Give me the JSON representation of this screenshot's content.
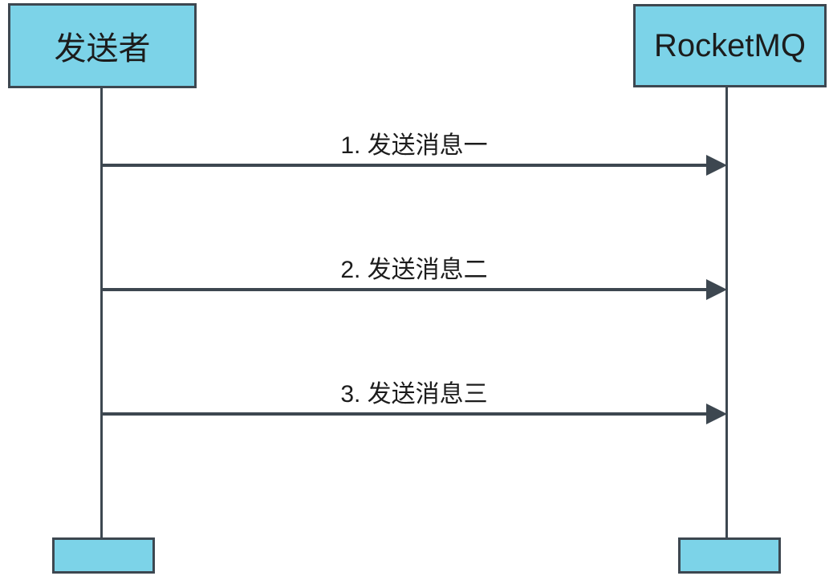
{
  "diagram": {
    "type": "sequence",
    "colors": {
      "node_fill": "#7cd3e8",
      "node_border": "#3d4750",
      "line": "#3d4750",
      "text": "#1c1c1c",
      "bg": "#ffffff"
    },
    "actors": [
      {
        "id": "sender",
        "label": "发送者"
      },
      {
        "id": "rocketmq",
        "label": "RocketMQ"
      }
    ],
    "messages": [
      {
        "order": 1,
        "from": "sender",
        "to": "rocketmq",
        "label": "1. 发送消息一"
      },
      {
        "order": 2,
        "from": "sender",
        "to": "rocketmq",
        "label": "2. 发送消息二"
      },
      {
        "order": 3,
        "from": "sender",
        "to": "rocketmq",
        "label": "3. 发送消息三"
      }
    ]
  }
}
